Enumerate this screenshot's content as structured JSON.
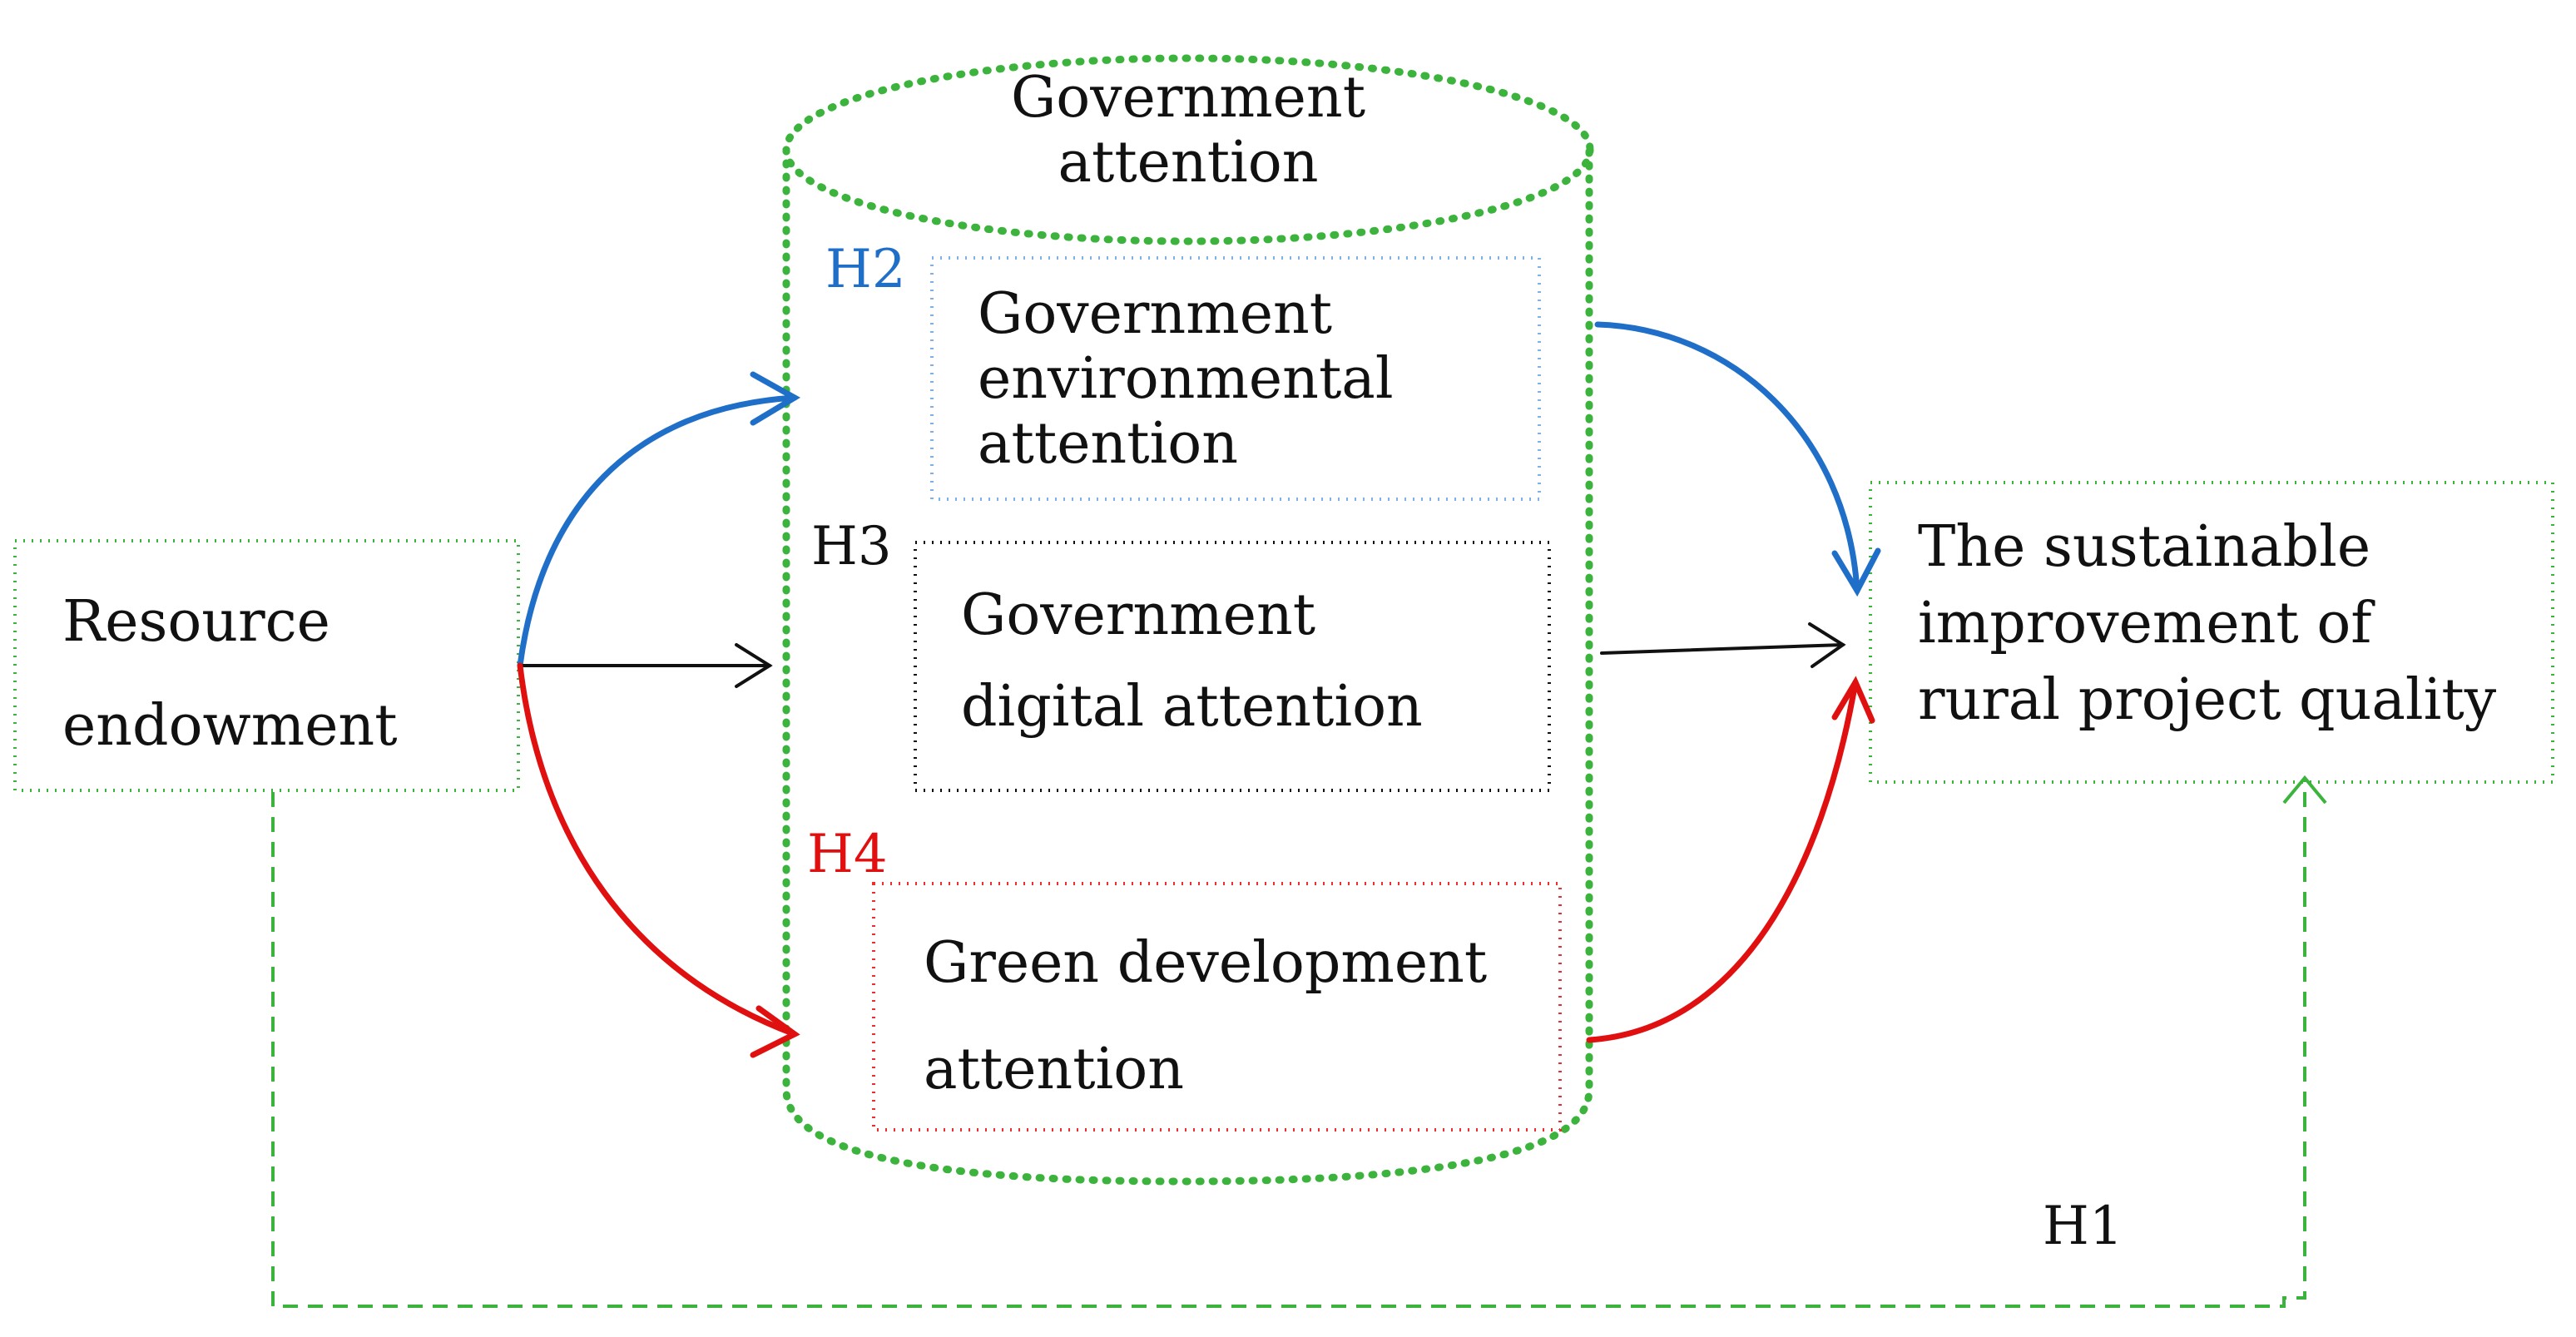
{
  "cylinder": {
    "title_line1": "Government",
    "title_line2": "attention"
  },
  "nodes": {
    "resource": {
      "line1": "Resource",
      "line2": "endowment"
    },
    "environmental": {
      "line1": "Government",
      "line2": "environmental",
      "line3": "attention"
    },
    "digital": {
      "line1": "Government",
      "line2": "digital attention"
    },
    "green": {
      "line1": "Green development",
      "line2": "attention"
    },
    "outcome": {
      "line1": "The sustainable",
      "line2": "improvement of",
      "line3": "rural project quality"
    }
  },
  "hypotheses": {
    "h1": "H1",
    "h2": "H2",
    "h3": "H3",
    "h4": "H4"
  },
  "colors": {
    "green_dotted": "#3cb33c",
    "blue": "#1f6fc8",
    "black": "#111111",
    "red": "#e01010",
    "blue_box": "#7fb0e8",
    "red_box": "#e83030"
  }
}
